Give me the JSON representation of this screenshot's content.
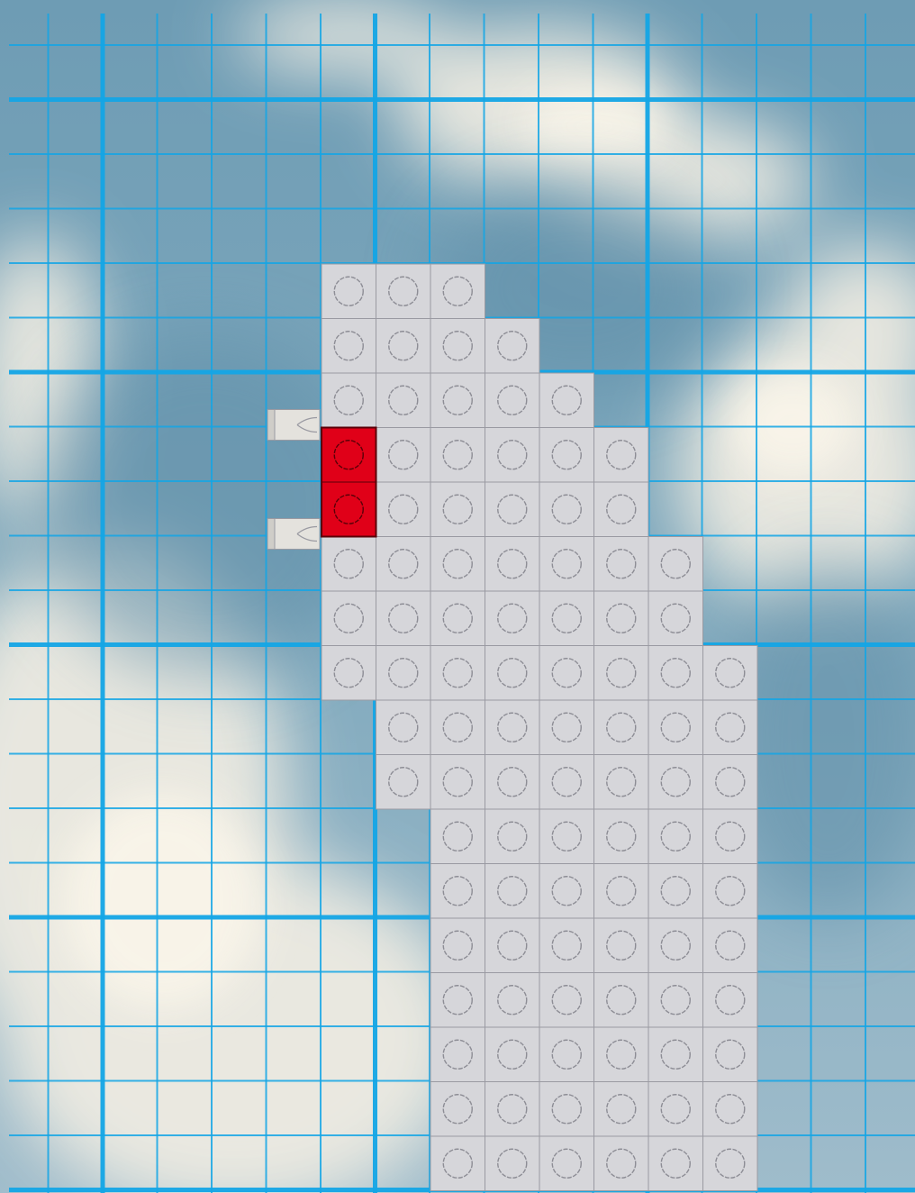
{
  "colors": {
    "sky_base": "#7fa9bf",
    "cloud": "#f3eee3",
    "cloud_shadow": "#c9d7de",
    "grid_line": "#14a6e6",
    "brick": "#d6d6da",
    "brick_edge": "#9a9aa2",
    "stud_edge": "#8d8d95",
    "accent_brick": "#e00018",
    "accent_edge": "#5a0008",
    "clip": "#e4e2dd"
  },
  "icons": {
    "stud": "round-stud-icon",
    "side_clip": "clip-connector-icon"
  },
  "model": {
    "description_label": "",
    "cell_unit": "stud",
    "rows": [
      {
        "start": 0,
        "end": 2
      },
      {
        "start": 0,
        "end": 3
      },
      {
        "start": 0,
        "end": 4
      },
      {
        "start": 0,
        "end": 5
      },
      {
        "start": 0,
        "end": 5
      },
      {
        "start": 0,
        "end": 6
      },
      {
        "start": 0,
        "end": 6
      },
      {
        "start": 0,
        "end": 7
      },
      {
        "start": 1,
        "end": 7
      },
      {
        "start": 1,
        "end": 7
      },
      {
        "start": 2,
        "end": 7
      },
      {
        "start": 2,
        "end": 7
      },
      {
        "start": 2,
        "end": 7
      },
      {
        "start": 2,
        "end": 7
      },
      {
        "start": 2,
        "end": 7
      },
      {
        "start": 2,
        "end": 7
      },
      {
        "start": 2,
        "end": 7
      }
    ],
    "accent_cells": [
      {
        "row": 3,
        "col": 0
      },
      {
        "row": 4,
        "col": 0
      }
    ],
    "clip_rows": [
      3,
      5
    ]
  }
}
